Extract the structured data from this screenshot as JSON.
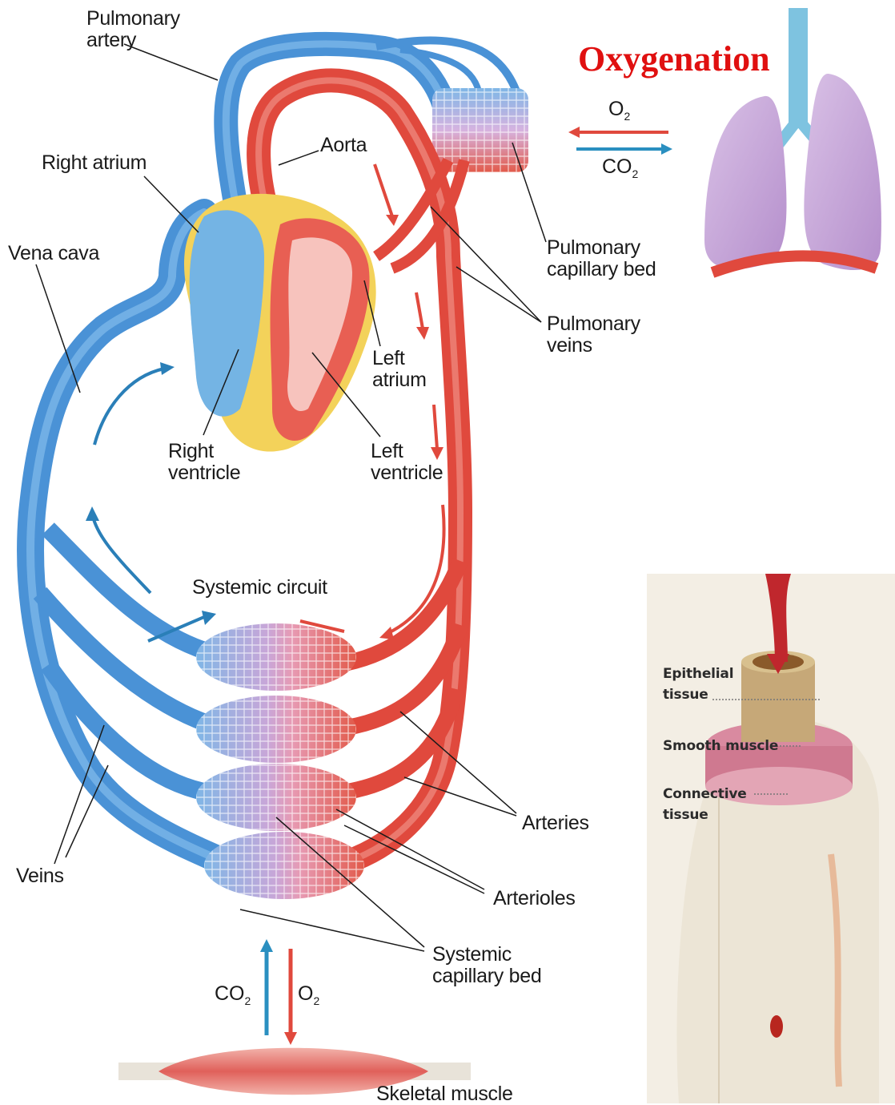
{
  "title": "Oxygenation",
  "labels": {
    "pulmonary_artery": "Pulmonary\nartery",
    "aorta": "Aorta",
    "right_atrium": "Right atrium",
    "vena_cava": "Vena cava",
    "pulmonary_capillary_bed": "Pulmonary\ncapillary bed",
    "pulmonary_veins": "Pulmonary\nveins",
    "left_atrium": "Left\natrium",
    "right_ventricle": "Right\nventricle",
    "left_ventricle": "Left\nventricle",
    "systemic_circuit": "Systemic circuit",
    "arteries": "Arteries",
    "veins": "Veins",
    "arterioles": "Arterioles",
    "systemic_capillary_bed": "Systemic\ncapillary bed",
    "skeletal_muscle": "Skeletal muscle"
  },
  "gas_exchange": {
    "o2": "O",
    "co2": "CO",
    "subscript": "2"
  },
  "vessel_layers": {
    "epithelial": "Epithelial\ntissue",
    "smooth_muscle": "Smooth muscle",
    "connective": "Connective\ntissue"
  },
  "colors": {
    "oxygenated": "#e0493d",
    "deoxygenated": "#4a92d6",
    "title": "#e01010",
    "lung": "#c9a6d8"
  }
}
